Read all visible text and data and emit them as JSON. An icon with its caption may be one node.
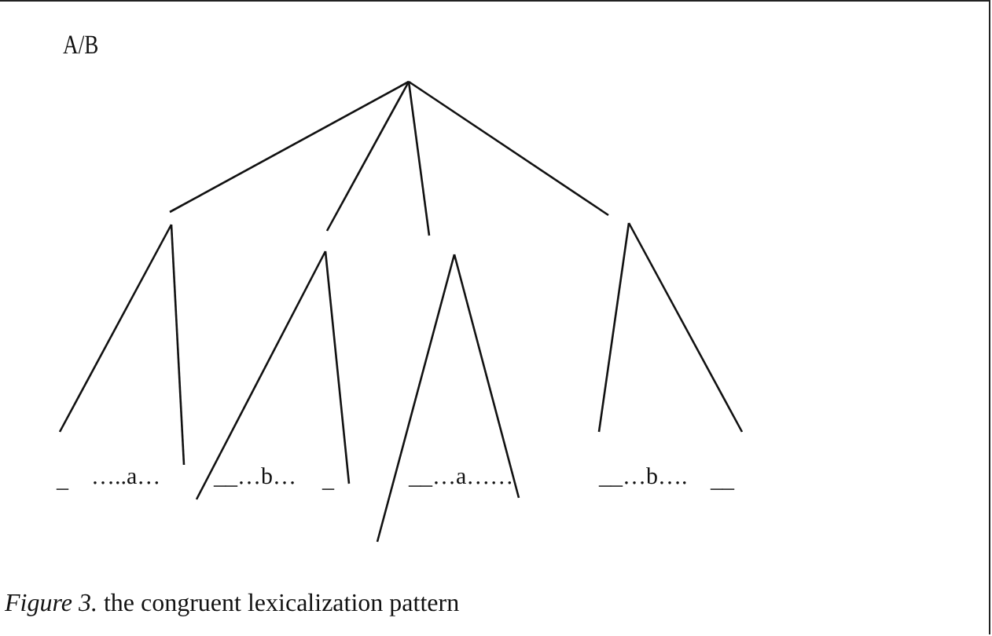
{
  "diagram": {
    "caption": "*Figure 3.* the congruent lexicalization pattern",
    "labels": [
      "A/B",
      "_",
      "…..a…",
      "__…b…",
      "_",
      "__…a……",
      "__…b….",
      "__"
    ]
  }
}
